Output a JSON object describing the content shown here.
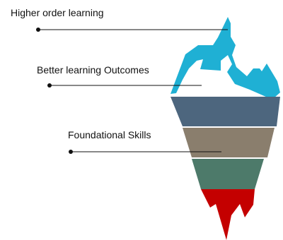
{
  "diagram": {
    "labels": {
      "higher_order": "Higher order learning",
      "better_outcomes": "Better learning Outcomes",
      "foundational": "Foundational Skills"
    },
    "colors": {
      "tip_outline": "#1fb0d4",
      "band_1": "#4d667e",
      "band_2": "#8a7e6d",
      "band_3": "#4d7a6a",
      "band_4": "#c40000",
      "leader_line": "#111111"
    }
  }
}
